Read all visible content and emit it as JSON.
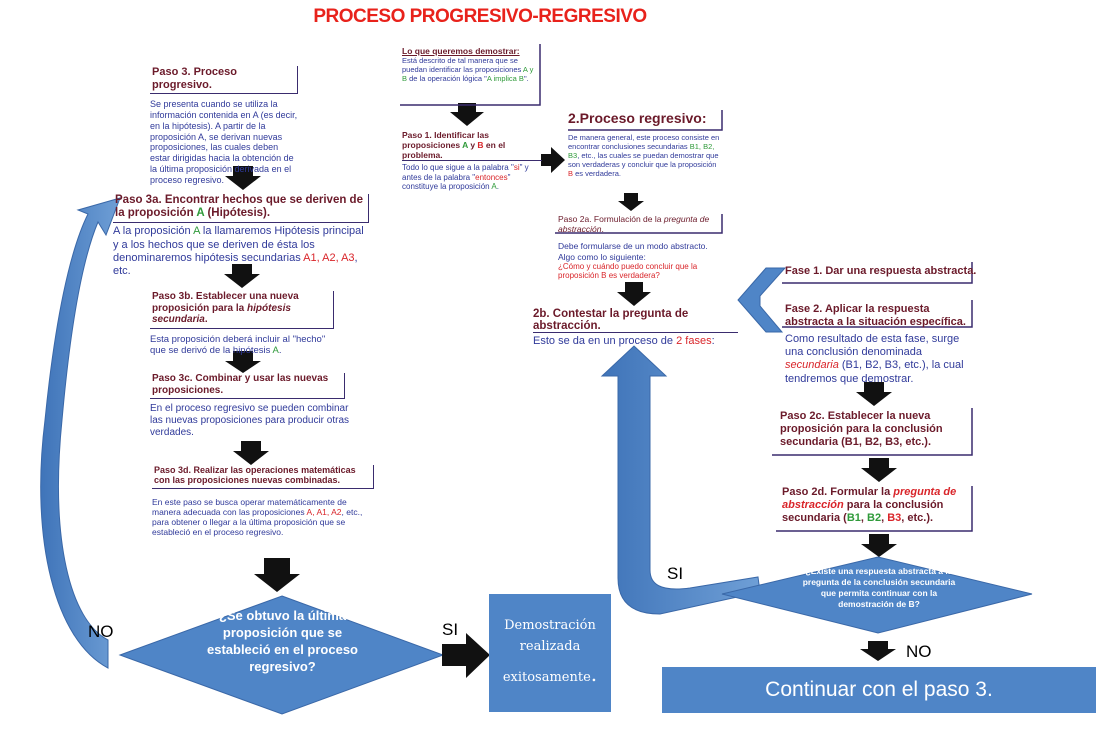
{
  "title": "PROCESO PROGRESIVO-REGRESIVO",
  "left": {
    "p3": {
      "header": "Paso 3. Proceso progresivo.",
      "body": "Se presenta cuando se utiliza la información contenida en A (es decir, en la hipótesis). A partir de la proposición A, se derivan nuevas proposiciones, las cuales deben estar dirigidas hacia la obtención de la última proposición derivada en el proceso regresivo."
    },
    "p3a": {
      "header_pre": "Paso 3a. Encontrar hechos que se deriven de la proposición ",
      "header_A": "A",
      "header_post": " (Hipótesis).",
      "body_1": "A la proposición ",
      "body_A": "A",
      "body_2": " la llamaremos Hipótesis principal y a los hechos que se deriven de ésta los denominaremos hipótesis secundarias ",
      "body_ref": "A1, A2, A3",
      "body_3": ", etc."
    },
    "p3b": {
      "header_pre": "Paso 3b. Establecer una nueva proposición para la ",
      "header_em": "hipótesis secundaria",
      "header_post": ".",
      "body_1": "Esta proposición deberá incluir al \"hecho\" que se derivó de la hipótesis ",
      "body_A": "A",
      "body_2": "."
    },
    "p3c": {
      "header": "Paso 3c. Combinar y usar las nuevas proposiciones.",
      "body": "En el proceso regresivo se pueden combinar las nuevas proposiciones para producir otras verdades."
    },
    "p3d": {
      "header": "Paso 3d. Realizar las operaciones matemáticas con las proposiciones nuevas combinadas.",
      "body_1": "En este paso se busca operar matemáticamente de manera adecuada con las proposiciones ",
      "body_A": "A, A1, A2",
      "body_2": ", etc., para obtener o llegar a la última proposición que se estableció en el proceso regresivo."
    },
    "decision": "¿Se obtuvo la última proposición que se estableció en el proceso regresivo?",
    "no_label": "NO",
    "si_label": "SI"
  },
  "demo_box": {
    "line1": "Demostración realizada",
    "line2": "exitosamente",
    "dot": "."
  },
  "middle": {
    "want": {
      "header": "Lo que queremos demostrar:",
      "body_1": "Está descrito de tal manera que se puedan identificar las proposiciones ",
      "body_AB": "A y B",
      "body_2": " de la operación lógica \"",
      "body_imp": "A implica B",
      "body_3": "\"."
    },
    "p1": {
      "header_pre": "Paso 1. Identificar las proposiciones ",
      "header_A": "A",
      "header_mid": " y ",
      "header_B": "B",
      "header_post": " en el problema.",
      "body_1": "Todo lo que sigue a la palabra \"",
      "body_si": "si",
      "body_2": "\" y antes de la palabra \"",
      "body_ent": "entonces",
      "body_3": "\" constituye la proposición ",
      "body_A": "A",
      "body_4": "."
    },
    "p2": {
      "header": "2.Proceso regresivo:",
      "body_1": "De manera general, este proceso consiste en encontrar conclusiones secundarias ",
      "body_B": "B1, B2, B3",
      "body_2": ", etc., las cuales se puedan demostrar que son verdaderas y concluir que la proposición ",
      "body_Bp": "B",
      "body_3": " es verdadera."
    },
    "p2a": {
      "header_pre": "Paso 2a. Formulación de la ",
      "header_em": "pregunta de abstracción",
      "header_post": ".",
      "body_1": "Debe formularse de un modo abstracto. Algo como lo siguiente:",
      "body_q": "¿Cómo y cuándo puedo concluir que la proposición B es verdadera?"
    },
    "p2b": {
      "header": "2b. Contestar la pregunta de abstracción.",
      "body_1": "Esto se da en un proceso de ",
      "body_2": "2 fases",
      "body_3": ":"
    }
  },
  "right": {
    "f1": "Fase 1. Dar una respuesta abstracta.",
    "f2": "Fase 2. Aplicar la respuesta abstracta a la situación específica.",
    "f2_body_1": "Como resultado de esta fase, surge una conclusión denominada ",
    "f2_body_em": "secundaria",
    "f2_body_2": " (B1, B2, B3, etc.), la cual tendremos que demostrar.",
    "p2c": {
      "header": "Paso 2c. Establecer la nueva proposición para la conclusión secundaria (B1, B2, B3, etc.)",
      "dot": "."
    },
    "p2d": {
      "header_pre": "Paso 2d. Formular la ",
      "header_em": "pregunta de abstracción",
      "header_mid": " para la conclusión secundaria (",
      "header_b1": "B1",
      "header_c1": ", ",
      "header_b2": "B2",
      "header_c2": ", ",
      "header_b3": "B3",
      "header_post": ", etc.)."
    },
    "decision": "¿Existe una respuesta abstracta a la pregunta de la conclusión secundaria que permita continuar con la demostración de B?",
    "si_label": "SI",
    "no_label": "NO",
    "continue": "Continuar con el paso 3."
  },
  "colors": {
    "title": "#e8221b",
    "header": "#6b1a2a",
    "body": "#303a9a",
    "red": "#d9252a",
    "green": "#2f9a3a",
    "blue_shape": "#4f85c7"
  }
}
